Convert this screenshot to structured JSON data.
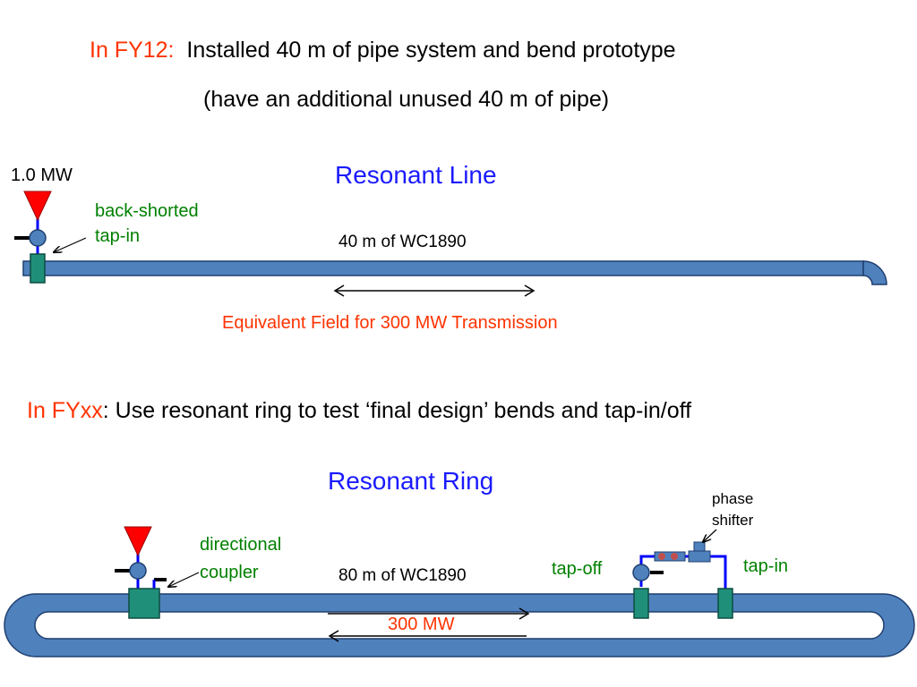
{
  "top_heading": {
    "prefix": "In FY12:",
    "text": "Installed 40 m of pipe system and bend prototype",
    "line2": "(have an additional unused 40 m of pipe)"
  },
  "line_section": {
    "title": "Resonant Line",
    "power": "1.0 MW",
    "tapin_label_1": "back-shorted",
    "tapin_label_2": "tap-in",
    "pipe_label": "40 m of WC1890",
    "equiv_label": "Equivalent Field for 300 MW Transmission"
  },
  "middle_heading": {
    "prefix": "In FYxx",
    "text": ": Use resonant ring to test ‘final design’ bends and tap-in/off"
  },
  "ring_section": {
    "title": "Resonant Ring",
    "coupler_label_1": "directional",
    "coupler_label_2": "coupler",
    "pipe_label": "80 m of WC1890",
    "power": "300 MW",
    "tapoff_label": "tap-off",
    "tapin_label": "tap-in",
    "shifter_label_1": "phase",
    "shifter_label_2": "shifter"
  },
  "colors": {
    "pipe": "#4f81bd",
    "pipe_outline": "#1f3f6f",
    "coupler": "#1f8f7a",
    "source": "#ff0000",
    "waveguide": "#0000ff"
  }
}
